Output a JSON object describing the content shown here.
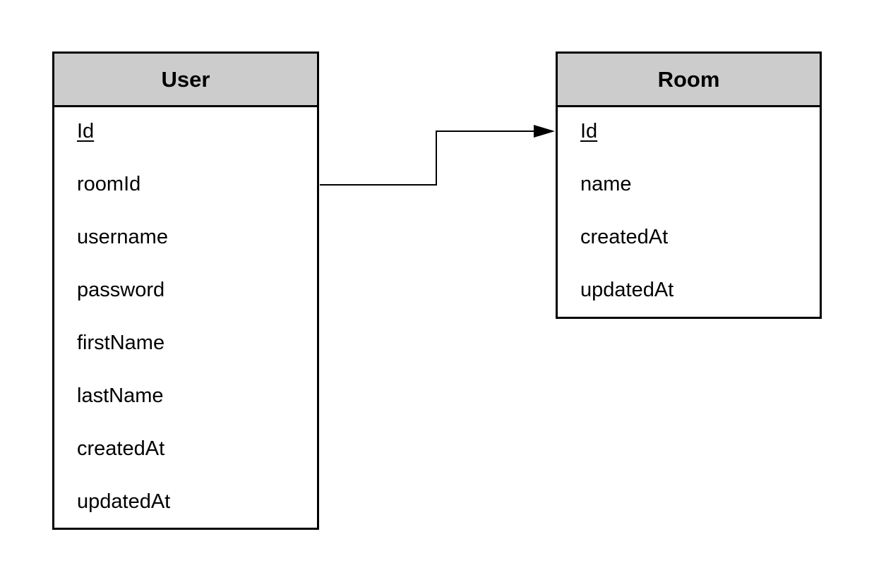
{
  "entities": {
    "user": {
      "title": "User",
      "fields": [
        "Id",
        "roomId",
        "username",
        "password",
        "firstName",
        "lastName",
        "createdAt",
        "updatedAt"
      ]
    },
    "room": {
      "title": "Room",
      "fields": [
        "Id",
        "name",
        "createdAt",
        "updatedAt"
      ]
    }
  },
  "relationship": {
    "from": "User.roomId",
    "to": "Room.Id"
  },
  "colors": {
    "header_fill": "#cccccc",
    "border": "#000000",
    "background": "#ffffff"
  }
}
